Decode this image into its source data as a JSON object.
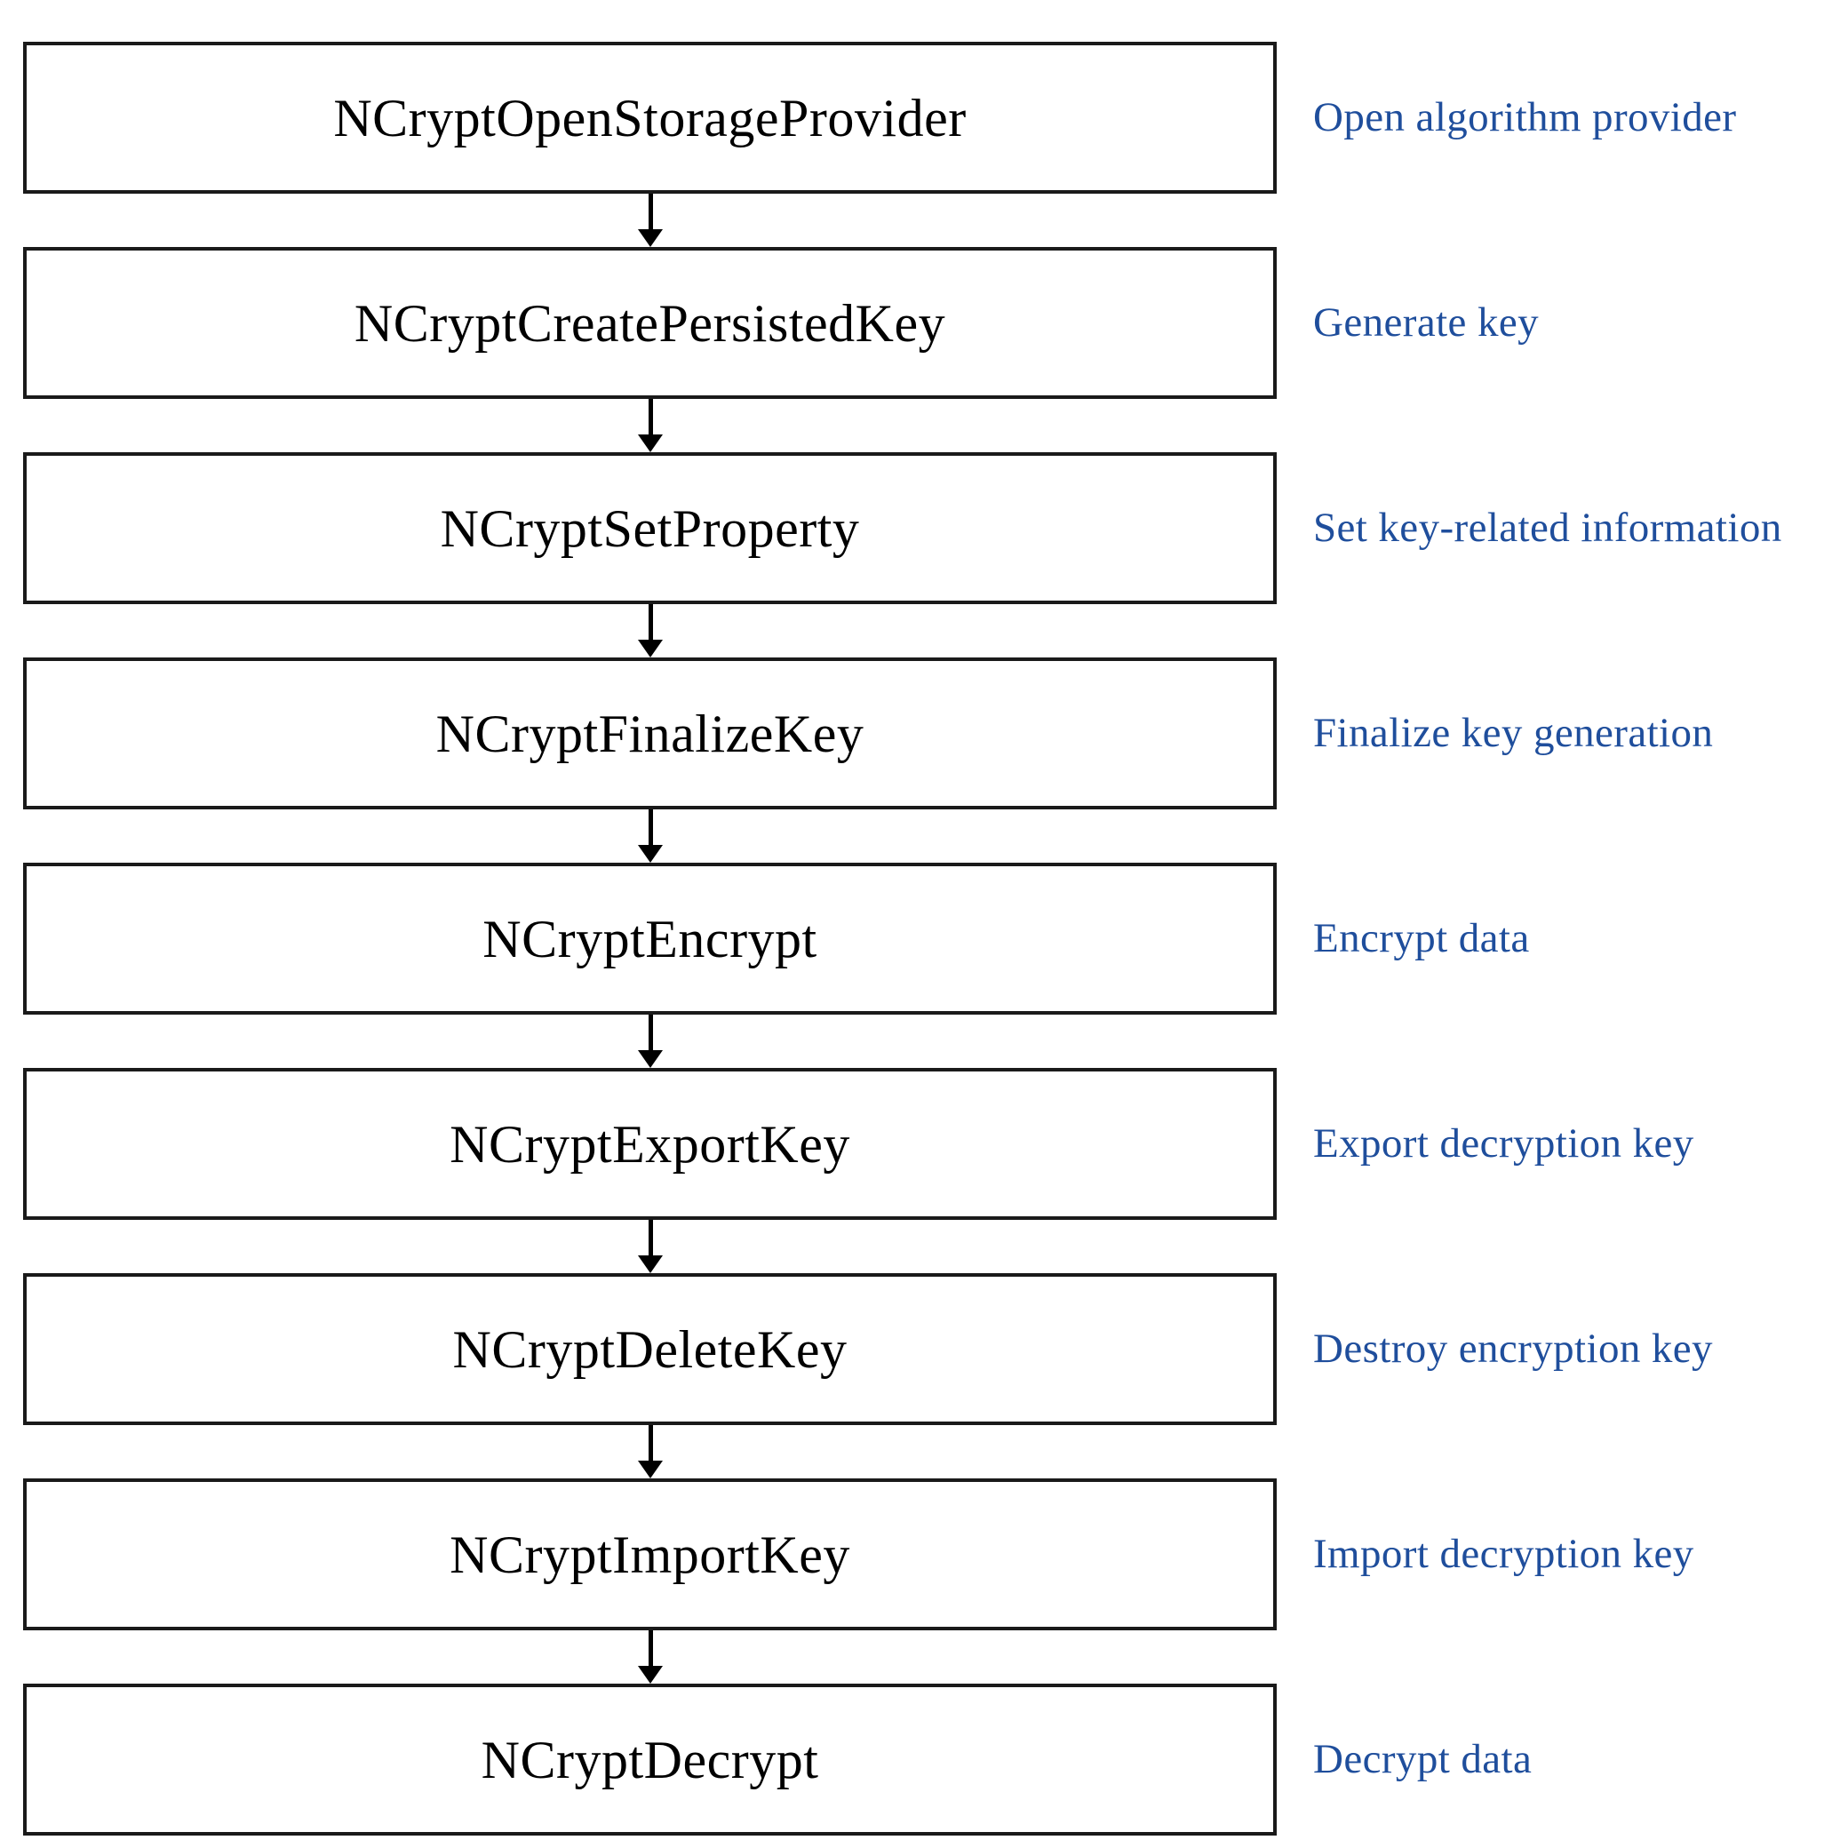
{
  "diagram": {
    "type": "vertical-flowchart",
    "orientation": "top-to-bottom",
    "connector_icon": "down-arrow-icon",
    "box_border_color": "#1a1a1a",
    "box_fill_color": "#ffffff",
    "box_label_color": "#000000",
    "annotation_color": "#1f4e9c",
    "background_color": "#ffffff",
    "step_count": 9,
    "steps": [
      {
        "label": "NCryptOpenStorageProvider",
        "note": "Open algorithm provider"
      },
      {
        "label": "NCryptCreatePersistedKey",
        "note": "Generate  key"
      },
      {
        "label": "NCryptSetProperty",
        "note": "Set key-related information"
      },
      {
        "label": "NCryptFinalizeKey",
        "note": "Finalize key generation"
      },
      {
        "label": "NCryptEncrypt",
        "note": "Encrypt data"
      },
      {
        "label": "NCryptExportKey",
        "note": "Export decryption key"
      },
      {
        "label": "NCryptDeleteKey",
        "note": "Destroy encryption key"
      },
      {
        "label": "NCryptImportKey",
        "note": "Import decryption key"
      },
      {
        "label": "NCryptDecrypt",
        "note": "Decrypt data"
      }
    ]
  }
}
